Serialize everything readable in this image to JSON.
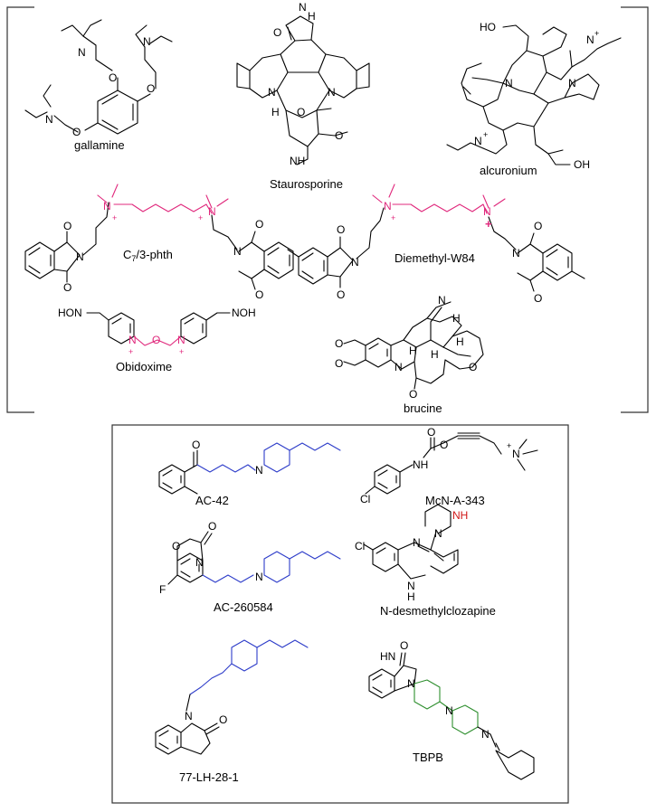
{
  "upper_group": {
    "compounds": [
      {
        "id": "gallamine",
        "label": "gallamine"
      },
      {
        "id": "staurosporine",
        "label": "Staurosporine"
      },
      {
        "id": "alcuronium",
        "label": "alcuronium"
      },
      {
        "id": "c7-phth",
        "label": "C7/3-phth",
        "label_main": "C",
        "label_sub": "7",
        "label_rest": "/3-phth"
      },
      {
        "id": "diemethyl-w84",
        "label": "Diemethyl-W84"
      },
      {
        "id": "obidoxime",
        "label": "Obidoxime"
      },
      {
        "id": "brucine",
        "label": "brucine"
      }
    ]
  },
  "lower_group": {
    "compounds": [
      {
        "id": "ac-42",
        "label": "AC-42"
      },
      {
        "id": "mcn-a-343",
        "label": "McN-A-343"
      },
      {
        "id": "ac-260584",
        "label": "AC-260584"
      },
      {
        "id": "n-desmethylclozapine",
        "label": "N-desmethylclozapine"
      },
      {
        "id": "77-lh-28-1",
        "label": "77-LH-28-1"
      },
      {
        "id": "tbpb",
        "label": "TBPB"
      }
    ]
  },
  "atoms": {
    "N": "N",
    "O": "O",
    "NH": "NH",
    "HN": "HN",
    "H": "H",
    "Cl": "Cl",
    "F": "F",
    "HO": "HO",
    "OH": "OH",
    "HON": "HON",
    "NOH": "NOH",
    "plus": "+",
    "N_plus": "N+"
  },
  "colors": {
    "piperidine_blue": "#2d3cc9",
    "piperidine_green": "#2f8f2f",
    "linker_pink": "#e0287c",
    "nh_red": "#d01818"
  }
}
